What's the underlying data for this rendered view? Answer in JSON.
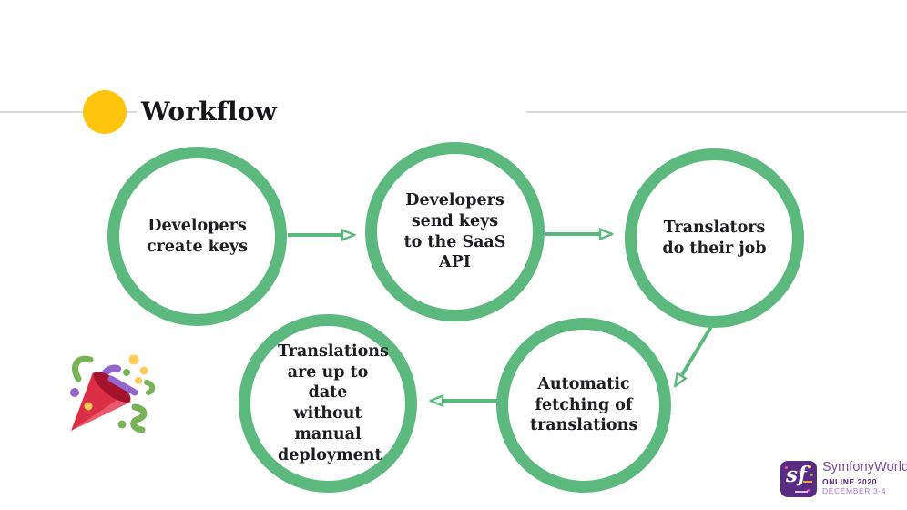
{
  "slide": {
    "title": "Workflow"
  },
  "workflow": {
    "nodes": [
      {
        "id": 1,
        "label": "Developers create keys"
      },
      {
        "id": 2,
        "label": "Developers send keys to the SaaS API"
      },
      {
        "id": 3,
        "label": "Translators do their job"
      },
      {
        "id": 4,
        "label": "Automatic fetching of translations"
      },
      {
        "id": 5,
        "label": "Translations are up to date without manual deployment"
      }
    ],
    "connections": [
      {
        "from": 1,
        "to": 2,
        "direction": "right"
      },
      {
        "from": 2,
        "to": 3,
        "direction": "right"
      },
      {
        "from": 3,
        "to": 4,
        "direction": "down-left"
      },
      {
        "from": 4,
        "to": 5,
        "direction": "left"
      }
    ]
  },
  "icons": {
    "bullet": "yellow-dot",
    "celebration": "party-popper"
  },
  "footer_logo": {
    "badge_monogram": "sf",
    "brand": "SymfonyWorld",
    "line1": "ONLINE 2020",
    "line2": "DECEMBER 3-4"
  },
  "colors": {
    "accent_green": "#5CB97E",
    "accent_yellow": "#FFC40D",
    "divider": "#DCDCDC",
    "text": "#1D1D22",
    "logo_purple_dark": "#5A2B82",
    "logo_purple": "#7B4EA3",
    "background": "#FFFFFF"
  }
}
